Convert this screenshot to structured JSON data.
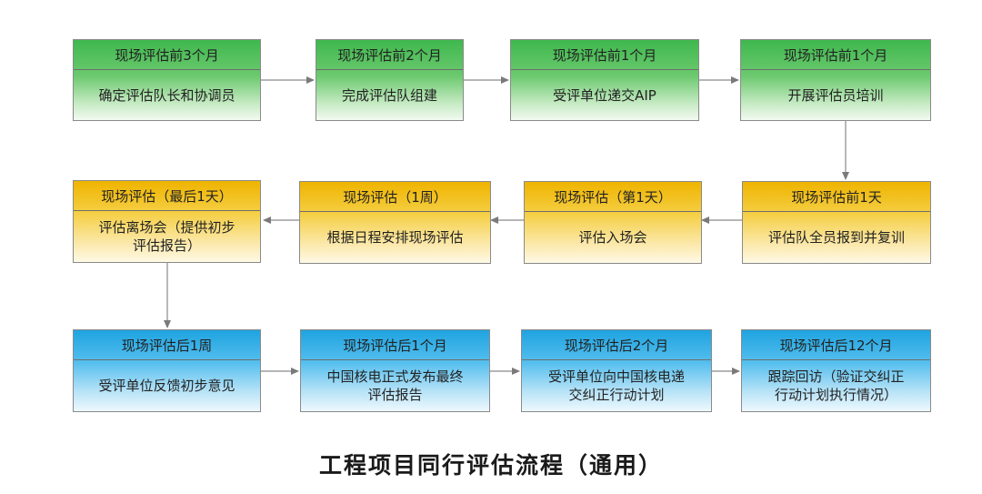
{
  "colors": {
    "green": "#3fb84e",
    "yellow": "#efb400",
    "blue": "#1fa3e0",
    "arrow": "#8a8a8a"
  },
  "title": "工程项目同行评估流程（通用）",
  "steps": [
    {
      "header": "现场评估前3个月",
      "body": [
        "确定评估队长和协调员"
      ]
    },
    {
      "header": "现场评估前2个月",
      "body": [
        "完成评估队组建"
      ]
    },
    {
      "header": "现场评估前1个月",
      "body": [
        "受评单位递交AIP"
      ]
    },
    {
      "header": "现场评估前1个月",
      "body": [
        "开展评估员培训"
      ]
    },
    {
      "header": "现场评估前1天",
      "body": [
        "评估队全员报到并复训"
      ]
    },
    {
      "header": "现场评估（第1天）",
      "body": [
        "评估入场会"
      ]
    },
    {
      "header": "现场评估（1周）",
      "body": [
        "根据日程安排现场评估"
      ]
    },
    {
      "header": "现场评估（最后1天）",
      "body": [
        "评估离场会（提供初步",
        "评估报告）"
      ]
    },
    {
      "header": "现场评估后1周",
      "body": [
        "受评单位反馈初步意见"
      ]
    },
    {
      "header": "现场评估后1个月",
      "body": [
        "中国核电正式发布最终",
        "评估报告"
      ]
    },
    {
      "header": "现场评估后2个月",
      "body": [
        "受评单位向中国核电递",
        "交纠正行动计划"
      ]
    },
    {
      "header": "现场评估后12个月",
      "body": [
        "跟踪回访（验证交纠正",
        "行动计划执行情况）"
      ]
    }
  ]
}
